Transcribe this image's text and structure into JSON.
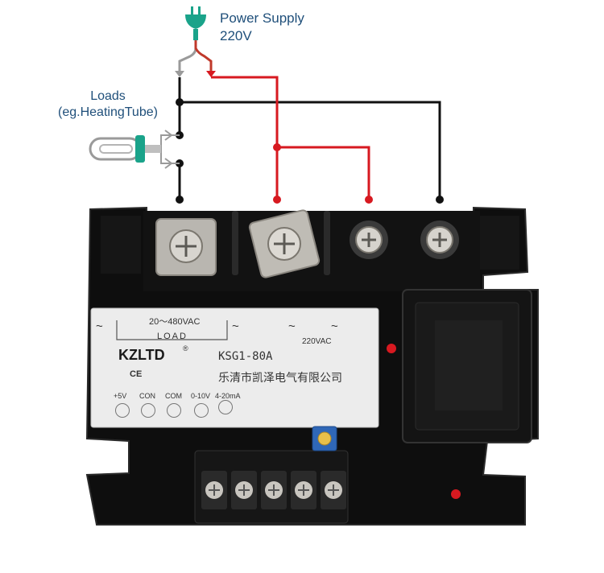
{
  "power_supply": {
    "label": "Power Supply",
    "voltage": "220V"
  },
  "loads": {
    "label": "Loads",
    "example": "(eg.HeatingTube)"
  },
  "label_plate": {
    "voltage_range": "20～480VAC",
    "load_label": "LOAD",
    "control_voltage": "220VAC",
    "brand": "KZLTD",
    "registered_mark": "®",
    "ce_mark": "CE",
    "model": "KSG1-80A",
    "manufacturer": "乐清市凯泽电气有限公司",
    "terminals": [
      "+5V",
      "CON",
      "COM",
      "0-10V",
      "4-20mA"
    ],
    "ac_symbol": "~"
  },
  "colors": {
    "live_wire": "#d71920",
    "neutral_wire": "#111111",
    "label_text": "#1f4f7a",
    "plug": "#1aa38a"
  }
}
